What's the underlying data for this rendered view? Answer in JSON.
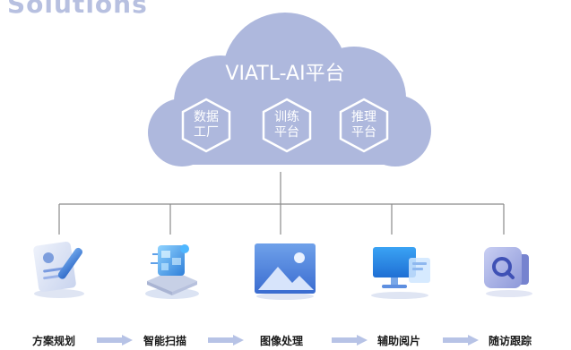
{
  "header": {
    "cut_heading": "Solutions"
  },
  "platform": {
    "title": "VIATL-AI平台",
    "modules": [
      {
        "line1": "数据",
        "line2": "工厂"
      },
      {
        "line1": "训练",
        "line2": "平台"
      },
      {
        "line1": "推理",
        "line2": "平台"
      }
    ]
  },
  "workflow": {
    "steps": [
      {
        "label": "方案规划",
        "icon": "document-pen-icon"
      },
      {
        "label": "智能扫描",
        "icon": "scanner-tower-icon"
      },
      {
        "label": "图像处理",
        "icon": "image-photo-icon"
      },
      {
        "label": "辅助阅片",
        "icon": "monitor-screens-icon"
      },
      {
        "label": "随访跟踪",
        "icon": "tracking-magnifier-icon"
      }
    ]
  },
  "colors": {
    "cloud": "#aeb8dd",
    "hex_stroke": "#ffffff",
    "connector": "#8a8a8a",
    "arrow": "#b7c3e6",
    "label": "#1a1a1a"
  }
}
